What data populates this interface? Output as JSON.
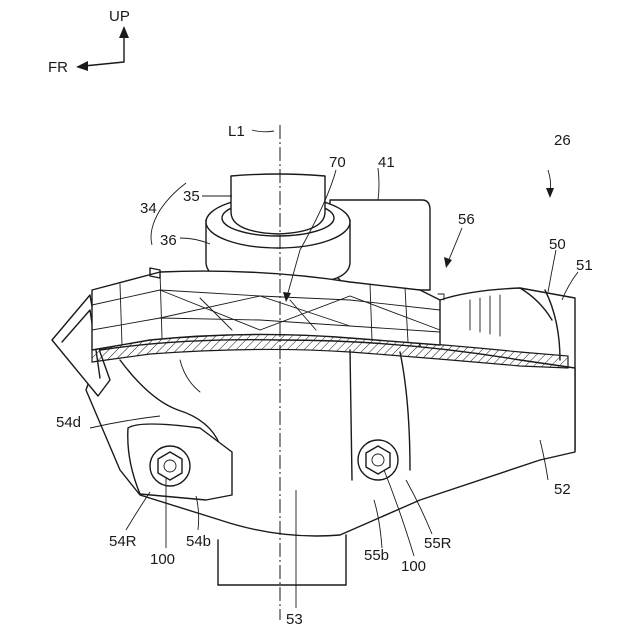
{
  "orientation": {
    "up_label": "UP",
    "front_label": "FR"
  },
  "labels": {
    "axis": "L1",
    "assembly": "26",
    "fork": "34",
    "tube": "35",
    "bracket": "36",
    "lamp": "41",
    "cover_group": "50",
    "cover_outer": "51",
    "cover_side": "52",
    "cover_lower": "53",
    "left_edge": "54d",
    "left_mount": "54R",
    "left_boss": "54b",
    "bolt_left": "100",
    "bolt_right": "100",
    "right_boss": "55b",
    "right_mount": "55R",
    "duct": "56",
    "grille": "70"
  }
}
